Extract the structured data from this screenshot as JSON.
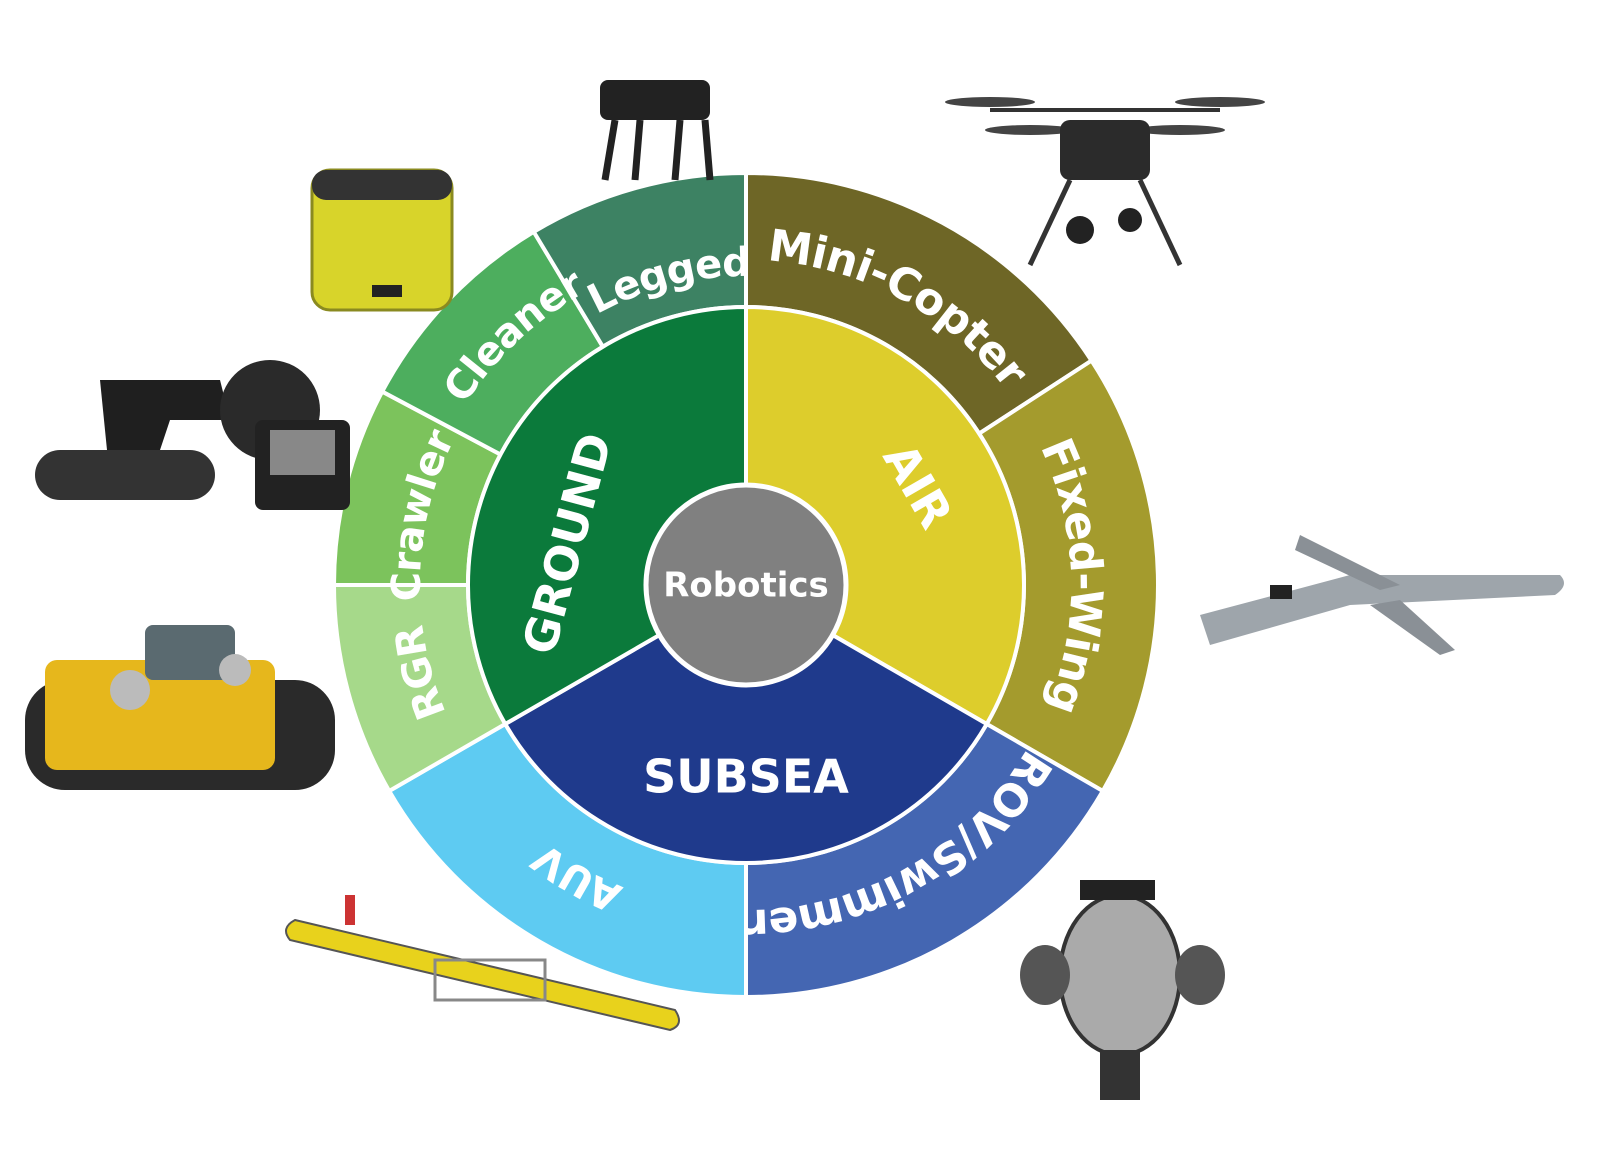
{
  "center": {
    "label": "Robotics",
    "color": "#808080"
  },
  "domains": [
    {
      "key": "air",
      "label": "AIR",
      "color": "#ddcd2c"
    },
    {
      "key": "subsea",
      "label": "SUBSEA",
      "color": "#1f3a8c"
    },
    {
      "key": "ground",
      "label": "GROUND",
      "color": "#0b7a3b"
    }
  ],
  "categories": [
    {
      "key": "mini-copter",
      "label": "Mini-Copter",
      "color": "#6e6626"
    },
    {
      "key": "fixed-wing",
      "label": "Fixed-Wing",
      "color": "#a49b2d"
    },
    {
      "key": "rov-swimmer",
      "label": "ROV/Swimmer",
      "color": "#4466b2"
    },
    {
      "key": "auv",
      "label": "AUV",
      "color": "#5ecbf2"
    },
    {
      "key": "rgr",
      "label": "RGR",
      "color": "#a6d98a"
    },
    {
      "key": "crawler",
      "label": "Crawler",
      "color": "#7cc35c"
    },
    {
      "key": "cleaner",
      "label": "Cleaner",
      "color": "#4dae5e"
    },
    {
      "key": "legged",
      "label": "Legged",
      "color": "#3d8263"
    }
  ]
}
